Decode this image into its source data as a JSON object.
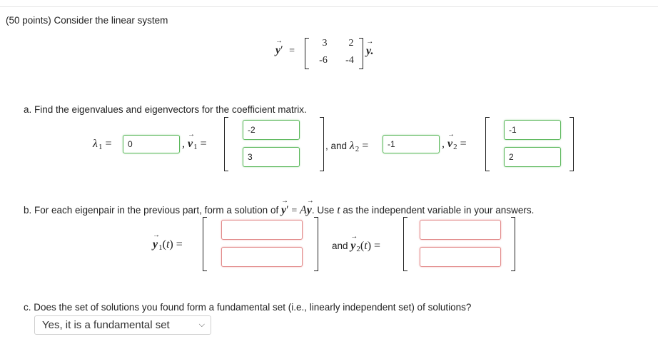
{
  "header": {
    "points": "(50 points) Consider the linear system"
  },
  "system": {
    "lhs": "y",
    "matrix": {
      "a": "3",
      "b": "2",
      "c": "-6",
      "d": "-4"
    },
    "rhs": "y."
  },
  "part_a": {
    "prompt": "a. Find the eigenvalues and eigenvectors for the coefficient matrix.",
    "lambda1_value": "0",
    "v1": {
      "top": "-2",
      "bottom": "3"
    },
    "and_text": ", and",
    "lambda2_value": "-1",
    "v2": {
      "top": "-1",
      "bottom": "2"
    }
  },
  "part_b": {
    "prompt_1": "b. For each eigenpair in the previous part, form a solution of",
    "prompt_2": ". Use",
    "prompt_3": "as the independent variable in your answers.",
    "indep_var": "t",
    "y1_top": "",
    "y1_bottom": "",
    "and_text": "and",
    "y2_top": "",
    "y2_bottom": ""
  },
  "part_c": {
    "prompt": "c. Does the set of solutions you found form a fundamental set (i.e., linearly independent set) of solutions?",
    "selected": "Yes, it is a fundamental set"
  },
  "colors": {
    "correct_border": "#5cb85c",
    "empty_border": "#e28b8b"
  }
}
